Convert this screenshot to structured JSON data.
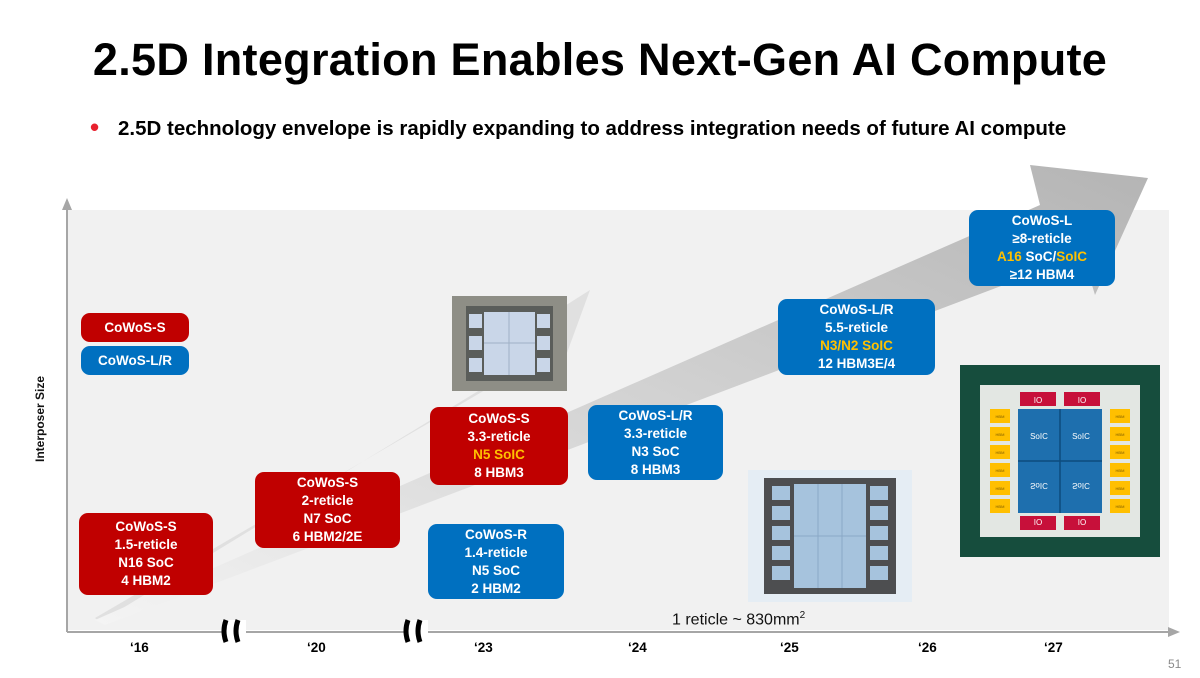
{
  "title": "2.5D Integration Enables Next-Gen AI Compute",
  "bullet": {
    "marker": "•",
    "text": "2.5D technology envelope is rapidly expanding to address integration needs of future AI compute"
  },
  "y_axis_label": "Interposer Size",
  "x_ticks": [
    "‘16",
    "‘20",
    "‘23",
    "‘24",
    "‘25",
    "‘26",
    "‘27"
  ],
  "legend": {
    "cowos_s": "CoWoS-S",
    "cowos_lr": "CoWoS-L/R"
  },
  "boxes": {
    "b2016": [
      "CoWoS-S",
      "1.5-reticle",
      "N16 SoC",
      "4 HBM2"
    ],
    "b2020": [
      "CoWoS-S",
      "2-reticle",
      "N7 SoC",
      "6 HBM2/2E"
    ],
    "b2023s": [
      "CoWoS-S",
      "3.3-reticle",
      "N5 SoIC",
      "8 HBM3"
    ],
    "b2023r": [
      "CoWoS-R",
      "1.4-reticle",
      "N5 SoC",
      "2 HBM2"
    ],
    "b2024": [
      "CoWoS-L/R",
      "3.3-reticle",
      "N3 SoC",
      "8 HBM3"
    ],
    "b2025": [
      "CoWoS-L/R",
      "5.5-reticle",
      "N3/N2 SoIC",
      "12 HBM3E/4"
    ],
    "b2027": {
      "l1": "CoWoS-L",
      "l2": "≥8-reticle",
      "l3a": "A16",
      "l3b": " SoC/",
      "l3c": "SoIC",
      "l4": "≥12 HBM4"
    }
  },
  "reticle_note": "1 reticle ~ 830mm",
  "reticle_sup": "2",
  "die3_labels": {
    "io_top_1": "IO",
    "io_top_2": "IO",
    "io_bot_1": "IO",
    "io_bot_2": "IO",
    "soic_1": "SoIC",
    "soic_2": "SoIC",
    "soic_3": "SoIC",
    "soic_4": "SoIC",
    "hbm": "HBM"
  },
  "page_number": "51",
  "colors": {
    "red": "#c00000",
    "blue": "#0070c0",
    "yellow_highlight": "#ffc000",
    "arrow": "#c9c9c9"
  }
}
